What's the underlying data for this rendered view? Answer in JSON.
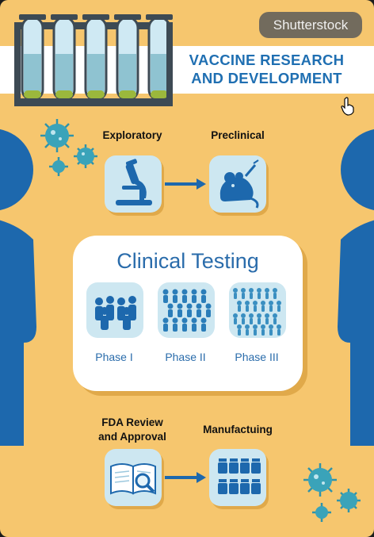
{
  "watermark": "Shutterstock",
  "title": {
    "line1": "VACCINE RESEARCH",
    "line2": "AND DEVELOPMENT"
  },
  "stages": {
    "exploratory": "Exploratory",
    "preclinical": "Preclinical",
    "fda_line1": "FDA Review",
    "fda_line2": "and Approval",
    "manufacturing": "Manufactuing"
  },
  "clinical": {
    "title": "Clinical Testing",
    "phases": [
      "Phase I",
      "Phase II",
      "Phase III"
    ]
  },
  "colors": {
    "background": "#f6c66e",
    "accent_blue": "#1f6fb2",
    "tile": "#cde7f1",
    "virus": "#3aa3b9"
  },
  "icons": [
    "test-tubes-icon",
    "microscope-icon",
    "lab-mouse-icon",
    "book-magnifier-icon",
    "vaccine-vials-icon",
    "virus-icon",
    "person-silhouette-icon",
    "people-group-icon",
    "hand-cursor-icon"
  ]
}
